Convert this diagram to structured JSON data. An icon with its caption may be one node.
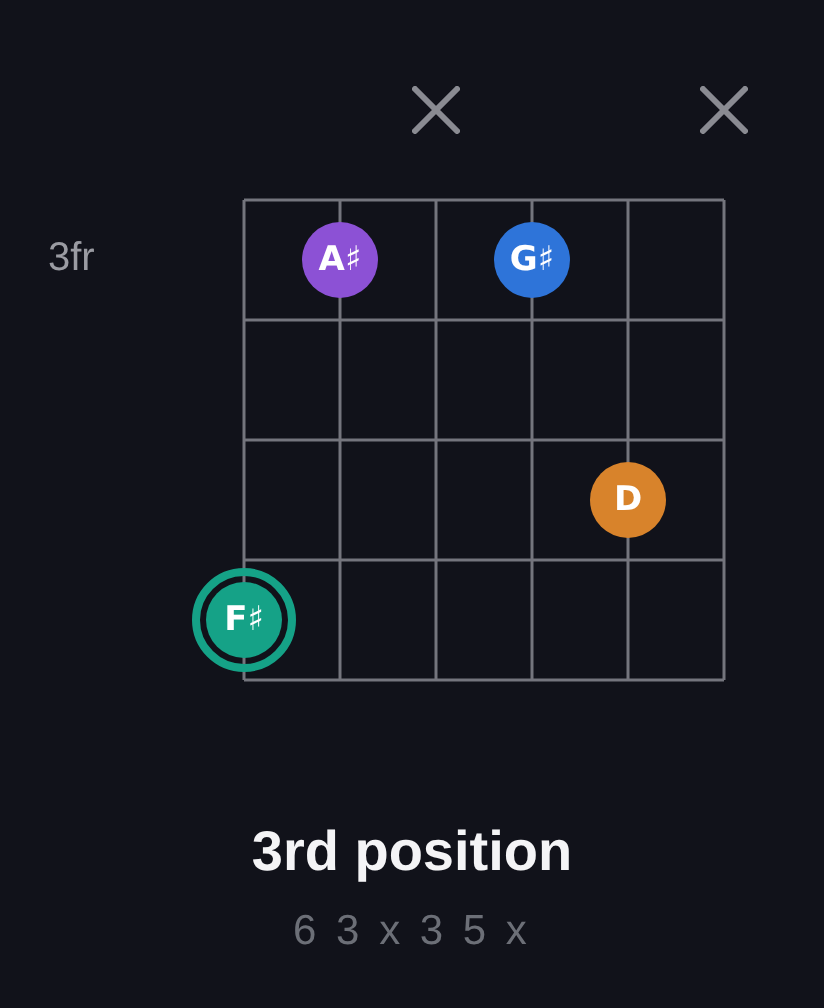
{
  "diagram": {
    "title": "3rd position",
    "nodes": [
      {
        "text": [
          "A♯"
        ]
      },
      {
        "text": [
          "G♯"
        ]
      },
      {
        "text": [
          "D"
        ]
      },
      {
        "text": [
          "F♯"
        ]
      }
    ],
    "labels": [
      "3fr",
      "6 3 x 3 5 x"
    ]
  }
}
